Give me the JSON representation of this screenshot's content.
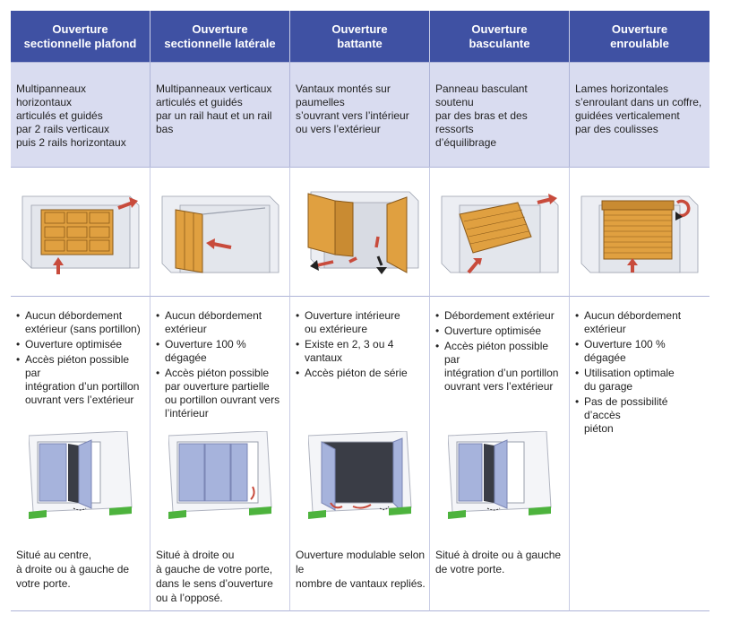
{
  "columns": [
    {
      "header": "Ouverture\nsectionnelle plafond",
      "description": "Multipanneaux horizontaux\narticulés et guidés\npar 2 rails verticaux\npuis 2 rails horizontaux",
      "features": [
        "Aucun débordement\nextérieur (sans portillon)",
        "Ouverture optimisée",
        "Accès piéton possible par\nintégration d’un portillon\nouvrant vers l’extérieur"
      ],
      "location": "Situé au centre,\nà droite ou à gauche de\nvotre porte."
    },
    {
      "header": "Ouverture\nsectionnelle latérale",
      "description": "Multipanneaux verticaux\narticulés et guidés\npar un rail haut et un rail bas",
      "features": [
        "Aucun débordement\nextérieur",
        "Ouverture 100 % dégagée",
        "Accès piéton possible\npar ouverture partielle\nou portillon ouvrant vers\nl’intérieur"
      ],
      "location": "Situé à droite ou\nà gauche de votre porte,\ndans le sens d’ouverture\nou à l’opposé."
    },
    {
      "header": "Ouverture\nbattante",
      "description": "Vantaux montés sur paumelles\ns’ouvrant vers l’intérieur\nou vers l’extérieur",
      "features": [
        "Ouverture intérieure\nou extérieure",
        "Existe en 2, 3 ou 4 vantaux",
        "Accès piéton de série"
      ],
      "location": "Ouverture modulable selon le\nnombre de vantaux repliés."
    },
    {
      "header": "Ouverture\nbasculante",
      "description": "Panneau basculant soutenu\npar des bras et des ressorts\nd’équilibrage",
      "features": [
        "Débordement extérieur",
        "Ouverture optimisée",
        "Accès piéton possible par\nintégration d’un portillon\nouvrant vers l’extérieur"
      ],
      "location": "Situé à droite ou à gauche\nde votre porte."
    },
    {
      "header": "Ouverture\nenroulable",
      "description": "Lames horizontales\ns’enroulant dans un coffre,\nguidées verticalement\npar des coulisses",
      "features": [
        "Aucun débordement\nextérieur",
        "Ouverture 100 % dégagée",
        "Utilisation optimale\ndu garage",
        "Pas de possibilité d’accès\npiéton"
      ],
      "location": ""
    }
  ],
  "colors": {
    "header_bg": "#3f51a3",
    "desc_bg": "#d9dcf0",
    "wood": "#e0a040",
    "arrow": "#c84b3c"
  }
}
